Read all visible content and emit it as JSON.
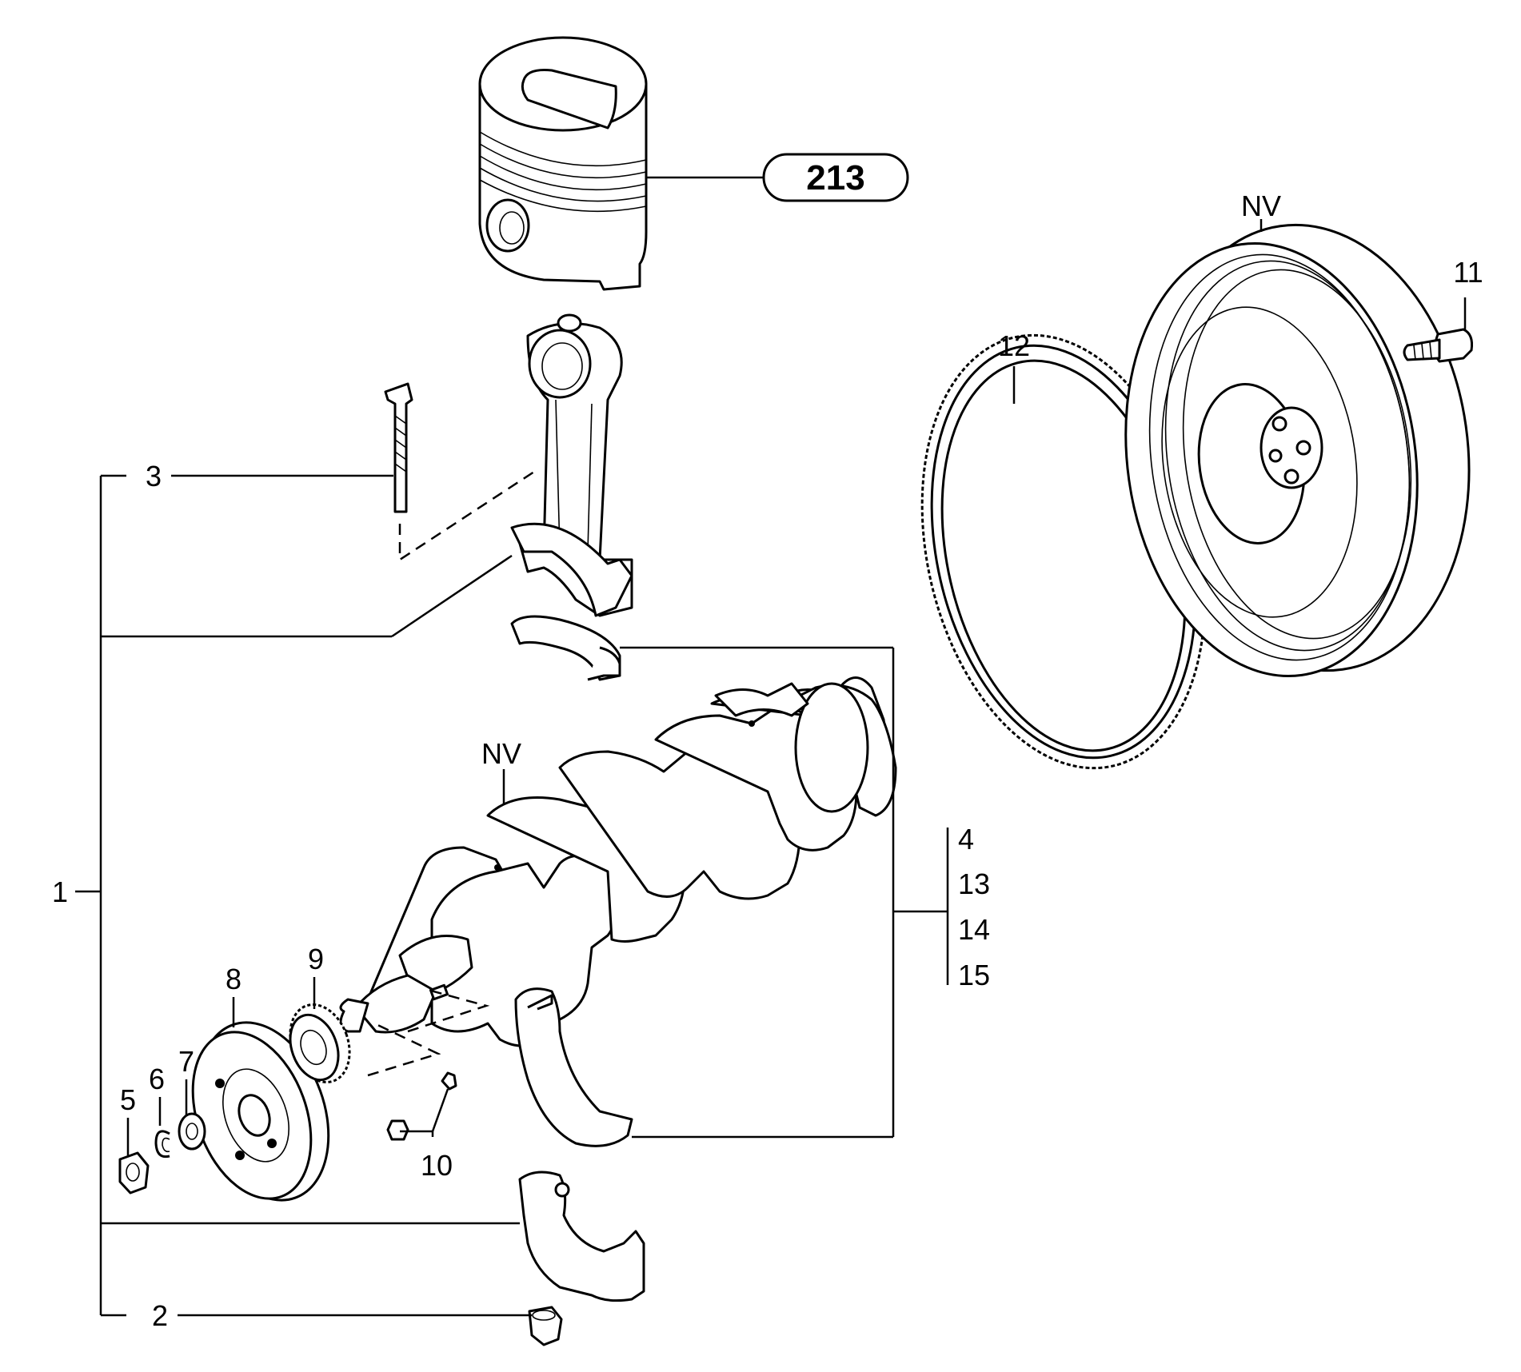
{
  "callouts": {
    "c1": "1",
    "c2": "2",
    "c3": "3",
    "c4": "4",
    "c5": "5",
    "c6": "6",
    "c7": "7",
    "c8": "8",
    "c9": "9",
    "c10": "10",
    "c11": "11",
    "c12": "12",
    "c13": "13",
    "c14": "14",
    "c15": "15",
    "nv_crank": "NV",
    "nv_flywheel": "NV"
  },
  "reference_badge": "213"
}
